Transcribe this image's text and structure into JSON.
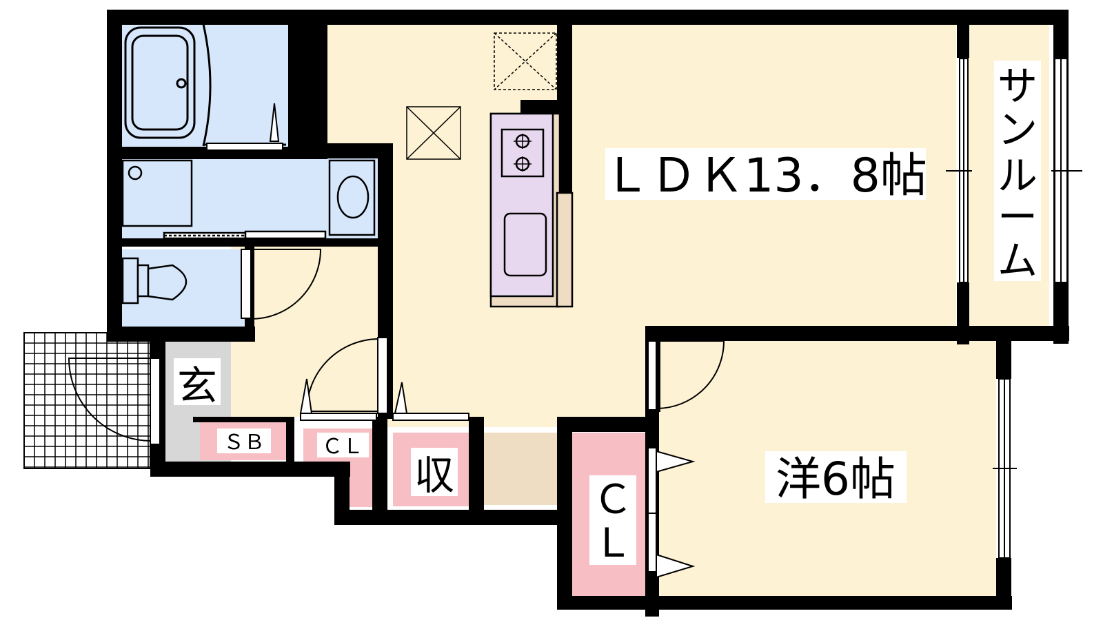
{
  "rooms": {
    "ldk": "ＬＤＫ13．8帖",
    "sunroom": [
      "サ",
      "ン",
      "ル",
      "ー",
      "ム"
    ],
    "western": "洋6帖",
    "entrance": "玄",
    "shoe_box": "ＳＢ",
    "closet_small": "ＣＬ",
    "storage": "収",
    "closet_large": [
      "Ｃ",
      "Ｌ"
    ]
  },
  "colors": {
    "wall": "#000000",
    "living_floor": "#fdf2d3",
    "wet_area": "#d7e7fb",
    "storage": "#f7bfc3",
    "kitchen": "#e7d7ef",
    "entrance_floor": "#d7d7d7",
    "hallway": "#eedcc3"
  }
}
